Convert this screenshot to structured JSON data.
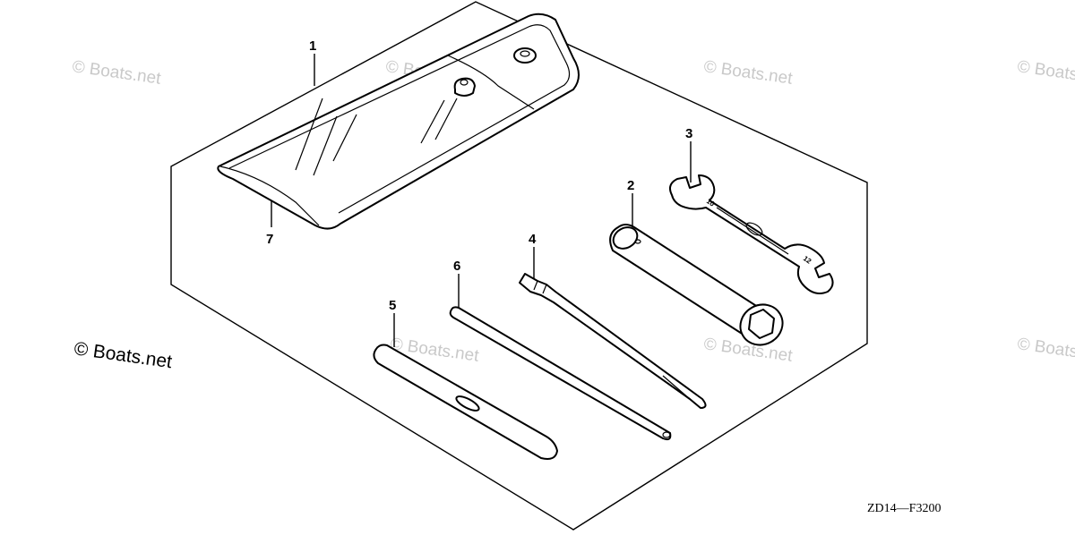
{
  "diagram": {
    "callouts": [
      {
        "id": "1",
        "label": "1"
      },
      {
        "id": "2",
        "label": "2"
      },
      {
        "id": "3",
        "label": "3"
      },
      {
        "id": "4",
        "label": "4"
      },
      {
        "id": "5",
        "label": "5"
      },
      {
        "id": "6",
        "label": "6"
      },
      {
        "id": "7",
        "label": "7"
      }
    ],
    "watermark": "© Boats.net",
    "watermark_prominent": "© Boats.net",
    "drawing_code": "ZD14—F3200",
    "wrench_marks": {
      "left": "10",
      "right": "12"
    }
  }
}
